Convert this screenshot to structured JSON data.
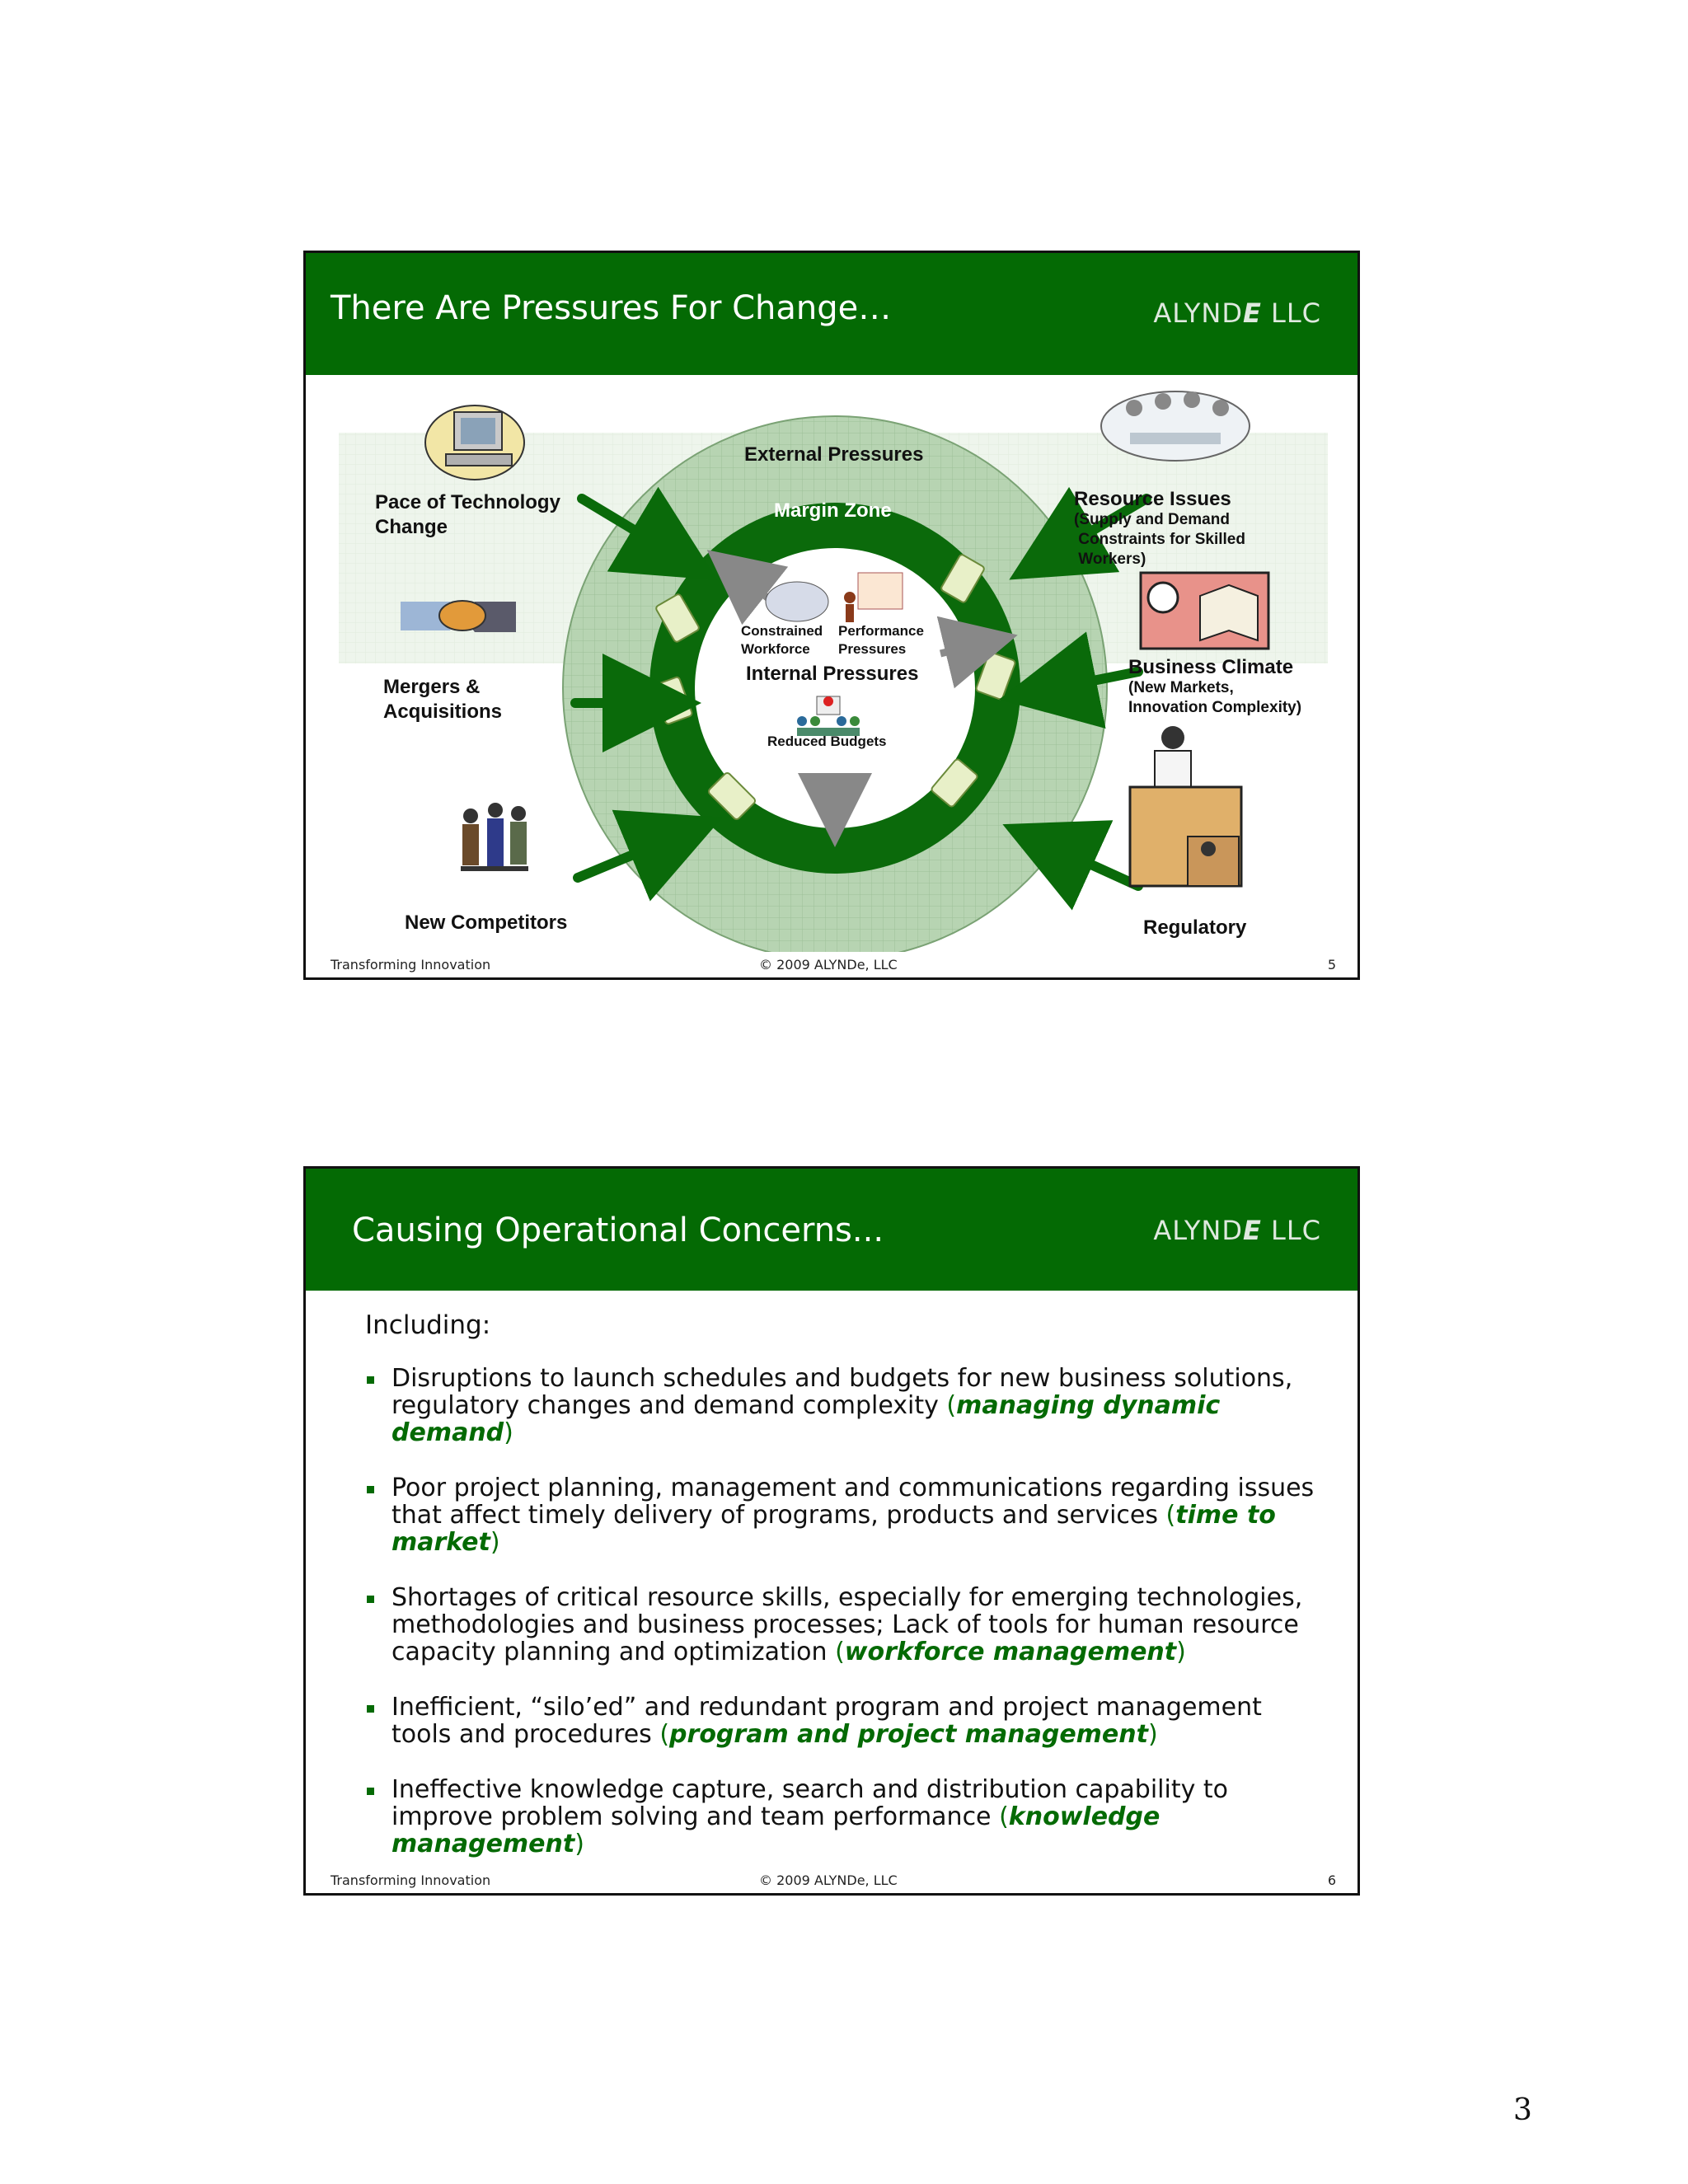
{
  "slide1": {
    "title": "There Are Pressures For Change…",
    "brand_prefix": "ALYND",
    "brand_e": "E",
    "brand_suffix": " LLC",
    "diagram": {
      "external": "External Pressures",
      "margin_zone": "Margin Zone",
      "internal": "Internal Pressures",
      "constrained": [
        "Constrained",
        "Workforce"
      ],
      "performance": [
        "Performance",
        "Pressures"
      ],
      "reduced_budgets": "Reduced Budgets",
      "pace": [
        "Pace of Technology",
        "Change"
      ],
      "mergers": [
        "Mergers &",
        "Acquisitions"
      ],
      "competitors": "New Competitors",
      "resource_title": "Resource Issues",
      "resource_sub": [
        "(Supply and Demand",
        " Constraints for Skilled",
        " Workers)"
      ],
      "climate_title": "Business Climate",
      "climate_sub": [
        "(New Markets,",
        "Innovation Complexity)"
      ],
      "regulatory": "Regulatory"
    },
    "footer_left": "Transforming Innovation",
    "footer_center": "© 2009 ALYNDe, LLC",
    "footer_page": "5"
  },
  "slide2": {
    "title": "Causing Operational Concerns...",
    "brand_prefix": "ALYND",
    "brand_e": "E",
    "brand_suffix": " LLC",
    "intro": "Including:",
    "bullets": [
      {
        "text": "Disruptions to launch schedules and budgets for new business solutions, regulatory changes and demand complexity ",
        "highlight": "managing dynamic demand"
      },
      {
        "text": "Poor project planning, management and communications regarding issues that affect timely delivery of programs, products and services ",
        "highlight": "time to market"
      },
      {
        "text": "Shortages of critical resource skills, especially for emerging technologies, methodologies and business processes; Lack of tools for human resource capacity planning and optimization ",
        "highlight": "workforce management"
      },
      {
        "text": "Inefficient, “silo’ed” and redundant program and project management tools and procedures ",
        "highlight": "program and project management"
      },
      {
        "text": "Ineffective knowledge capture, search and distribution capability to improve problem solving and team performance ",
        "highlight": "knowledge management"
      }
    ],
    "footer_left": "Transforming Innovation",
    "footer_center": "© 2009 ALYNDe, LLC",
    "footer_page": "6"
  },
  "page_number": "3"
}
